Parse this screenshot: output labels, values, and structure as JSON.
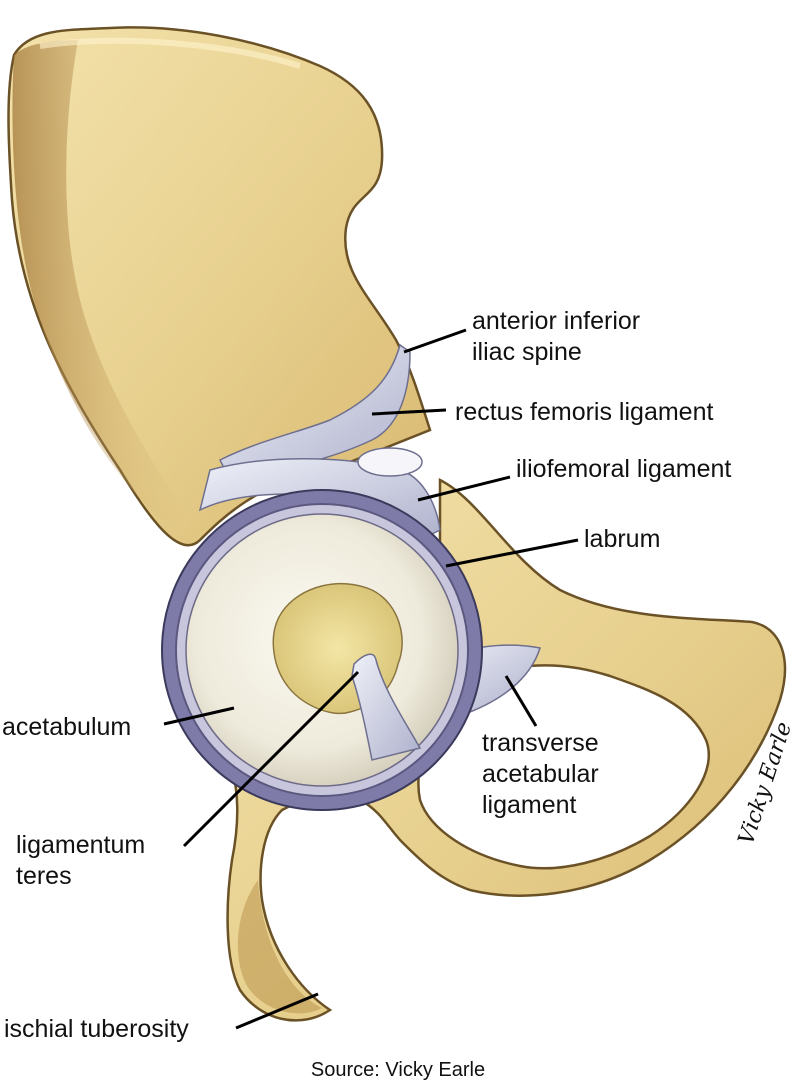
{
  "labels": {
    "anterior_inferior_iliac_spine": [
      "anterior inferior",
      "iliac spine"
    ],
    "rectus_femoris_ligament": "rectus femoris ligament",
    "iliofemoral_ligament": "iliofemoral ligament",
    "labrum": "labrum",
    "acetabulum": "acetabulum",
    "transverse_acetabular_ligament": [
      "transverse",
      "acetabular",
      "ligament"
    ],
    "ligamentum_teres": [
      "ligamentum",
      "teres"
    ],
    "ischial_tuberosity": "ischial tuberosity"
  },
  "source": "Source: Vicky Earle",
  "signature": "Vicky Earle",
  "colors": {
    "bone": "#edd89a",
    "bone_shadow": "#b8924a",
    "bone_dark": "#9b7436",
    "ligament": "#d9dcea",
    "labrum": "#8f8cb4",
    "cartilage": "#f4f1e6",
    "fossa": "#e9d987"
  }
}
